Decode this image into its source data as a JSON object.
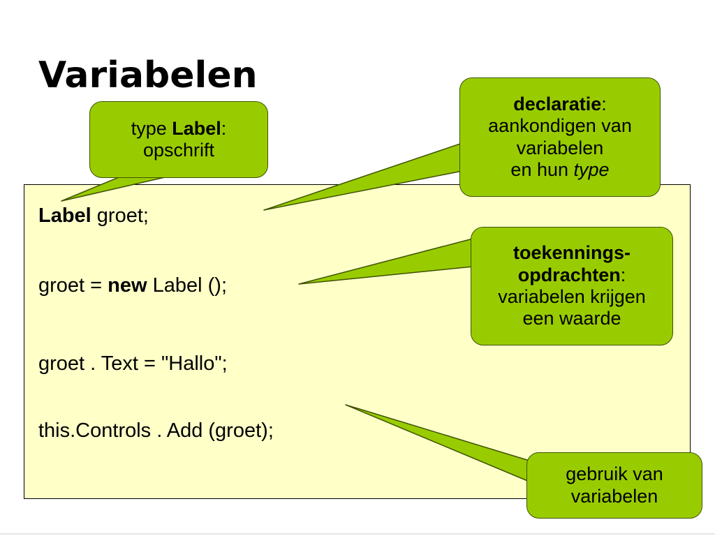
{
  "slide": {
    "title": "Variabelen"
  },
  "code": {
    "line1": {
      "keyword": "Label",
      "rest": " groet;"
    },
    "line2": {
      "before": "groet = ",
      "keyword": "new",
      "after": " Label ();"
    },
    "line3": {
      "text": "groet . Text = \"Hallo\";"
    },
    "line4": {
      "text": "this.Controls . Add (groet);"
    }
  },
  "callouts": {
    "type_label": {
      "prefix": "type ",
      "bold": "Label",
      "suffix": ":",
      "line2": "opschrift"
    },
    "declaratie": {
      "bold": "declaratie",
      "suffix": ":",
      "line2": "aankondigen van",
      "line3": "variabelen",
      "line4_prefix": "en hun ",
      "line4_italic": "type"
    },
    "toekenning": {
      "bold1": "toekennings-",
      "bold2": "opdrachten",
      "suffix": ":",
      "line3": "variabelen krijgen",
      "line4": "een waarde"
    },
    "gebruik": {
      "line1": "gebruik van",
      "line2": "variabelen"
    }
  },
  "colors": {
    "code_background": "#ffffc8",
    "callout_fill": "#99cc00",
    "callout_border": "#3d5200"
  }
}
